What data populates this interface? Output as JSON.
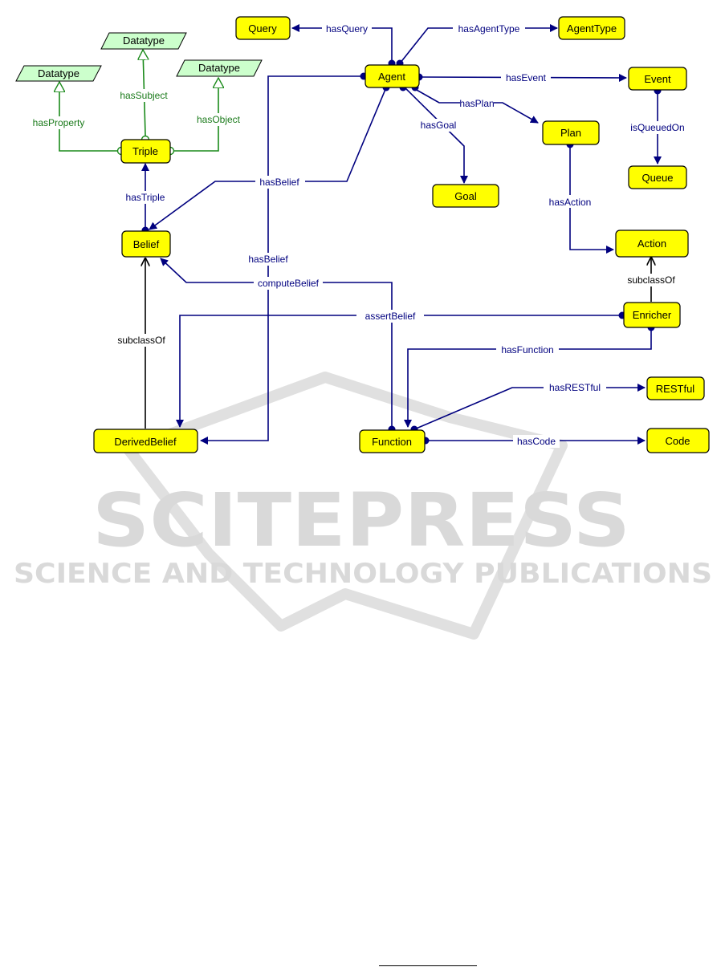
{
  "nodes": {
    "query": "Query",
    "agent": "Agent",
    "agent_type": "AgentType",
    "event": "Event",
    "queue": "Queue",
    "plan": "Plan",
    "goal": "Goal",
    "action": "Action",
    "enricher": "Enricher",
    "restful": "RESTful",
    "code": "Code",
    "function": "Function",
    "belief": "Belief",
    "derived_belief": "DerivedBelief",
    "triple": "Triple",
    "datatype_property": "Datatype",
    "datatype_subject": "Datatype",
    "datatype_object": "Datatype"
  },
  "edges": {
    "has_query": "hasQuery",
    "has_agent_type": "hasAgentType",
    "has_event": "hasEvent",
    "is_queued_on": "isQueuedOn",
    "has_plan": "hasPlan",
    "has_goal": "hasGoal",
    "has_action": "hasAction",
    "subclass_of_enricher": "subclassOf",
    "has_belief_agent": "hasBelief",
    "has_belief_derived": "hasBelief",
    "has_triple": "hasTriple",
    "compute_belief": "computeBelief",
    "assert_belief": "assertBelief",
    "has_function": "hasFunction",
    "has_restful": "hasRESTful",
    "has_code": "hasCode",
    "subclass_of_derived": "subclassOf",
    "has_property": "hasProperty",
    "has_subject": "hasSubject",
    "has_object": "hasObject"
  },
  "watermark": {
    "main": "SCITEPRESS",
    "sub": "SCIENCE AND TECHNOLOGY PUBLICATIONS"
  },
  "colors": {
    "node_fill": "#ffff00",
    "datatype_fill": "#ccffcc",
    "edge_blue": "#00007f",
    "edge_green": "#1a8a1a",
    "edge_black": "#000000",
    "watermark": "#d9d9d9"
  }
}
